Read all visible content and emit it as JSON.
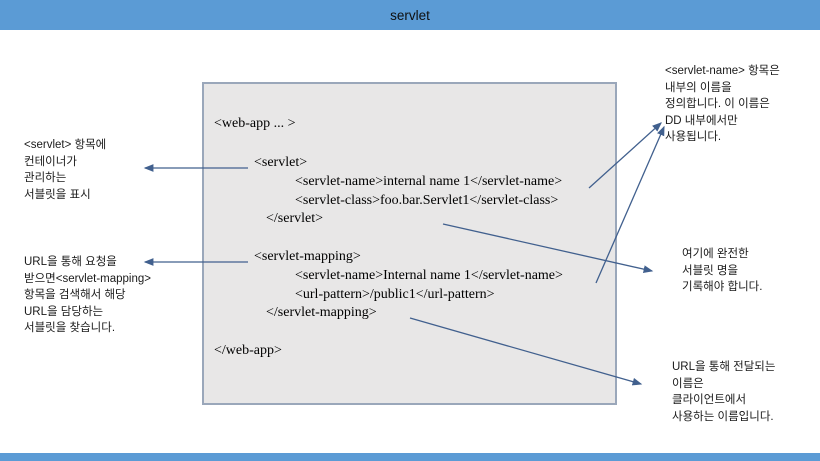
{
  "header": {
    "title": "servlet"
  },
  "colors": {
    "accent_blue": "#5b9bd5",
    "arrow": "#41608e",
    "box_fill": "#e8e7e7",
    "box_border": "#9aa7ba"
  },
  "code_box": {
    "lines": [
      "<web-app ... >",
      "<servlet>",
      "<servlet-name>internal name 1</servlet-name>",
      "<servlet-class>foo.bar.Servlet1</servlet-class>",
      "</servlet>",
      "<servlet-mapping>",
      "<servlet-name>Internal name 1</servlet-name>",
      "<url-pattern>/public1</url-pattern>",
      "</servlet-mapping>",
      "</web-app>"
    ]
  },
  "annotations": {
    "left_top": {
      "lines": [
        "<servlet> 항목에",
        "컨테이너가",
        "관리하는",
        "서블릿을 표시"
      ]
    },
    "left_bottom": {
      "lines": [
        "URL을 통해 요청을",
        "받으면<servlet-mapping>",
        "항목을 검색해서 해당",
        "URL을 담당하는",
        "서블릿을 찾습니다."
      ]
    },
    "right_top": {
      "lines": [
        "<servlet-name> 항목은",
        "내부의 이름을",
        "정의합니다. 이 이름은",
        "DD 내부에서만",
        "사용됩니다."
      ]
    },
    "right_mid": {
      "lines": [
        "여기에 완전한",
        "서블릿 명을",
        "기록해야 합니다."
      ]
    },
    "right_bottom": {
      "lines": [
        "URL을 통해 전달되는",
        "이름은",
        "클라이언트에서",
        "사용하는 이름입니다."
      ]
    }
  }
}
